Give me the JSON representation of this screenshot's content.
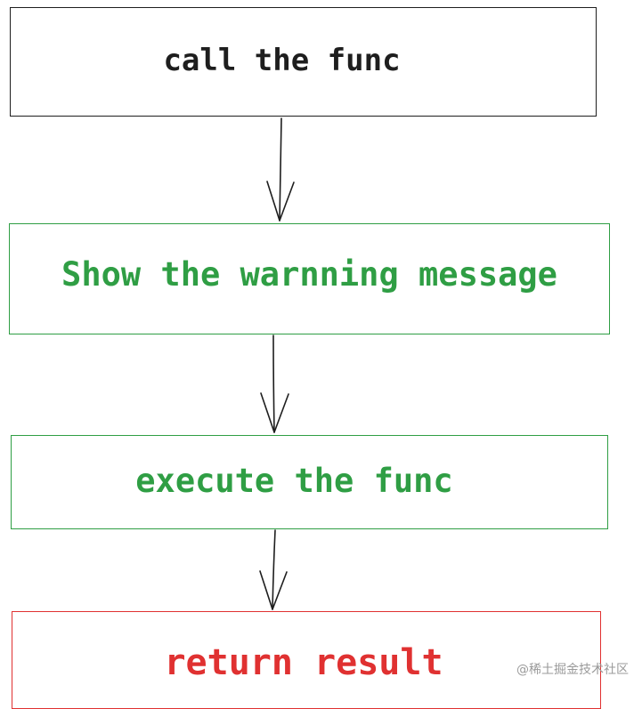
{
  "nodes": {
    "call_func": {
      "label": "call the func",
      "color": "#1e1e1e"
    },
    "show_warning": {
      "label": "Show the warnning message",
      "color": "#2f9e44"
    },
    "execute_func": {
      "label": "execute the func",
      "color": "#2f9e44"
    },
    "return_result": {
      "label": "return result",
      "color": "#e03131"
    }
  },
  "watermark": "@稀土掘金技术社区",
  "arrow_color": "#1e1e1e"
}
